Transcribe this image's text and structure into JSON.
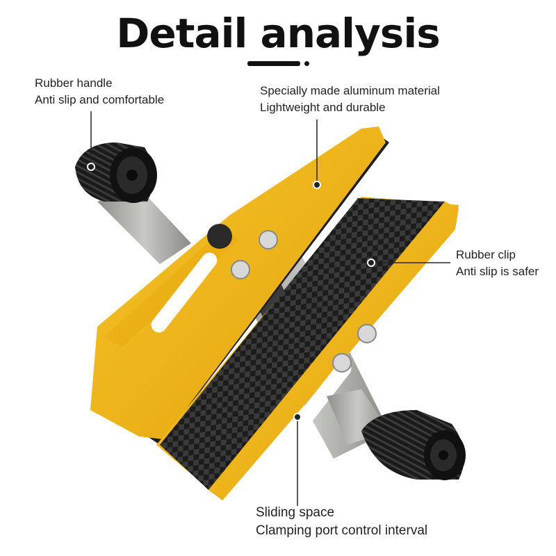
{
  "header": {
    "title": "Detail analysis"
  },
  "callouts": {
    "handle": {
      "line1": "Rubber handle",
      "line2": "Anti slip and comfortable"
    },
    "aluminum": {
      "line1": "Specially made aluminum material",
      "line2": "Lightweight and durable"
    },
    "clip": {
      "line1": "Rubber clip",
      "line2": "Anti slip is safer"
    },
    "sliding": {
      "line1": "Sliding space",
      "line2": "Clamping port control interval"
    }
  },
  "colors": {
    "accent_yellow": "#f2b418",
    "rubber_black": "#1c1c1c",
    "steel": "#a9aaa6",
    "text": "#222222"
  },
  "icons": [
    "rubber-handle-grip",
    "aluminum-jaw",
    "rubber-clip-pad",
    "slot-screw"
  ]
}
